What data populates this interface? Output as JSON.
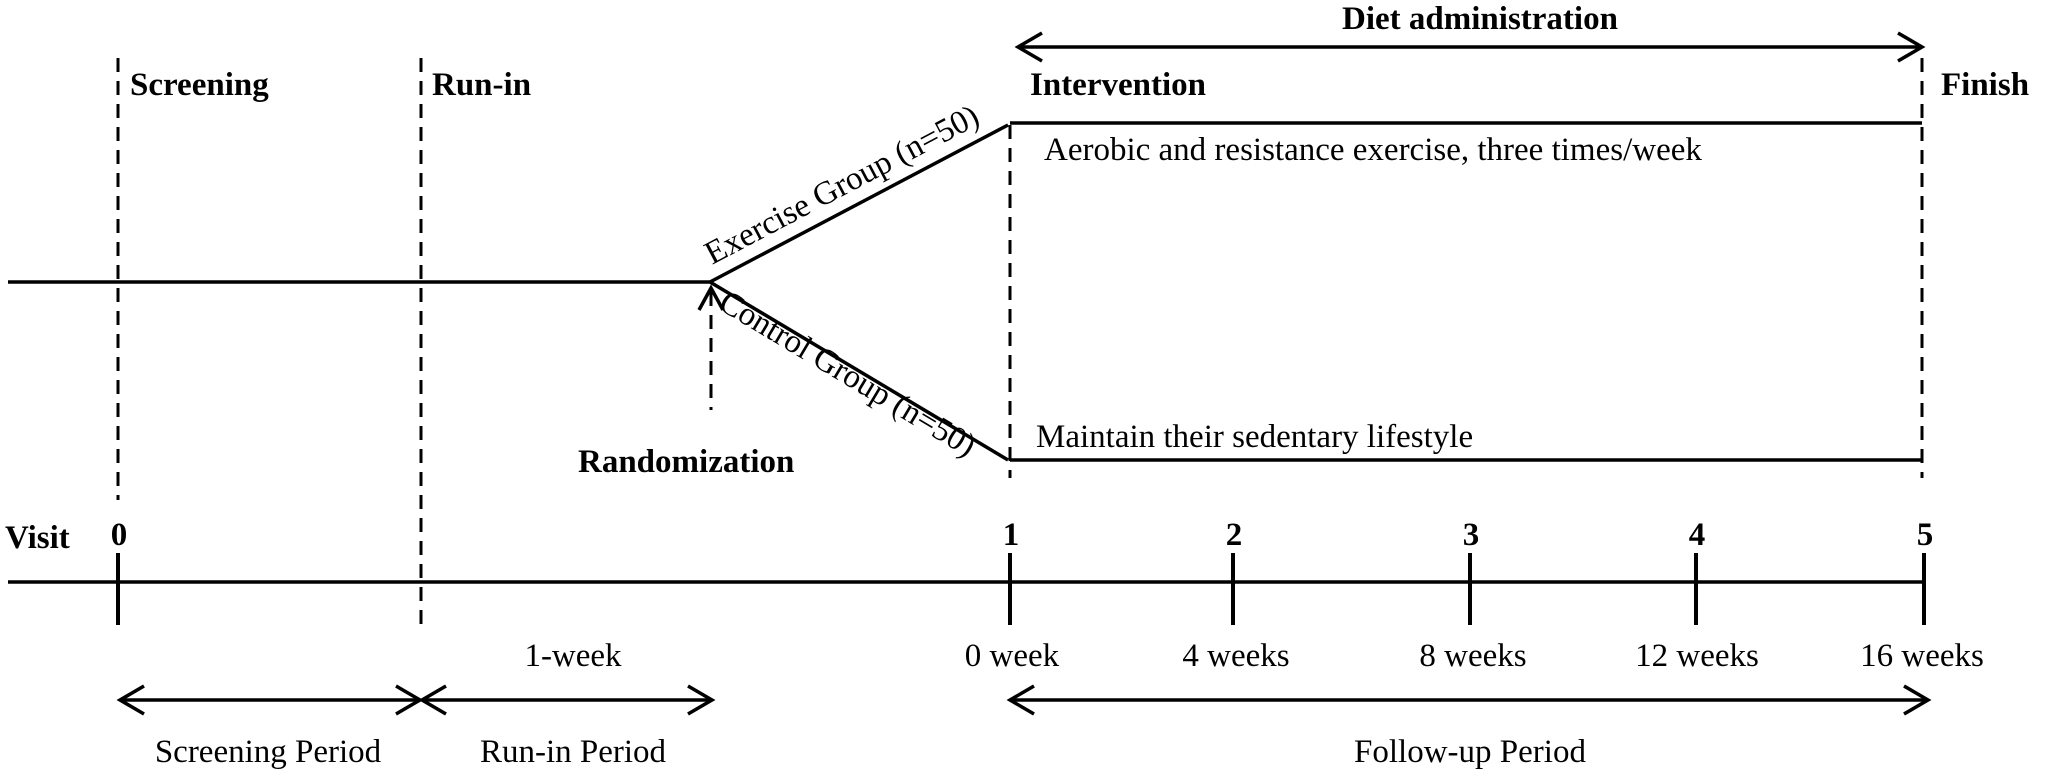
{
  "phases": {
    "screening": "Screening",
    "run_in": "Run-in",
    "intervention": "Intervention",
    "finish": "Finish",
    "diet_administration": "Diet administration",
    "randomization": "Randomization"
  },
  "groups": {
    "exercise": "Exercise Group (n=50)",
    "control": "Control Group (n=50)",
    "exercise_activity": "Aerobic and resistance exercise, three times/week",
    "control_activity": "Maintain their sedentary lifestyle"
  },
  "visits": {
    "label": "Visit",
    "numbers": [
      "0",
      "1",
      "2",
      "3",
      "4",
      "5"
    ]
  },
  "timepoints": [
    "0 week",
    "4 weeks",
    "8 weeks",
    "12 weeks",
    "16 weeks"
  ],
  "durations": {
    "run_in": "1-week"
  },
  "periods": {
    "screening": "Screening Period",
    "run_in": "Run-in Period",
    "follow_up": "Follow-up Period"
  }
}
